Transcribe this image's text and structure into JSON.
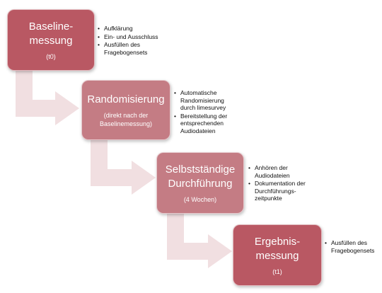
{
  "colors": {
    "step1": "#b95863",
    "step2": "#c47c84",
    "step3": "#c47c84",
    "step4": "#b95863",
    "arrow": "#f1dfe1",
    "text_dark": "#111111"
  },
  "steps": [
    {
      "title": "Baseline-\nmessung",
      "subtitle": "(t0)",
      "bullets": [
        "Aufklärung",
        "Ein- und Ausschluss",
        "Ausfüllen des Fragebogensets"
      ]
    },
    {
      "title": "Randomisierung",
      "subtitle": "(direkt nach der\nBaselinemessung)",
      "bullets": [
        "Automatische Randomisierung durch limesurvey",
        "Bereitstellung der entsprechenden Audiodateien"
      ]
    },
    {
      "title": "Selbstständige\nDurchführung",
      "subtitle": "(4 Wochen)",
      "bullets": [
        "Anhören der Audiodateien",
        "Dokumentation der Durchführungs-zeitpunkte"
      ]
    },
    {
      "title": "Ergebnis-\nmessung",
      "subtitle": "(t1)",
      "bullets": [
        "Ausfüllen des Fragebogensets"
      ]
    }
  ]
}
